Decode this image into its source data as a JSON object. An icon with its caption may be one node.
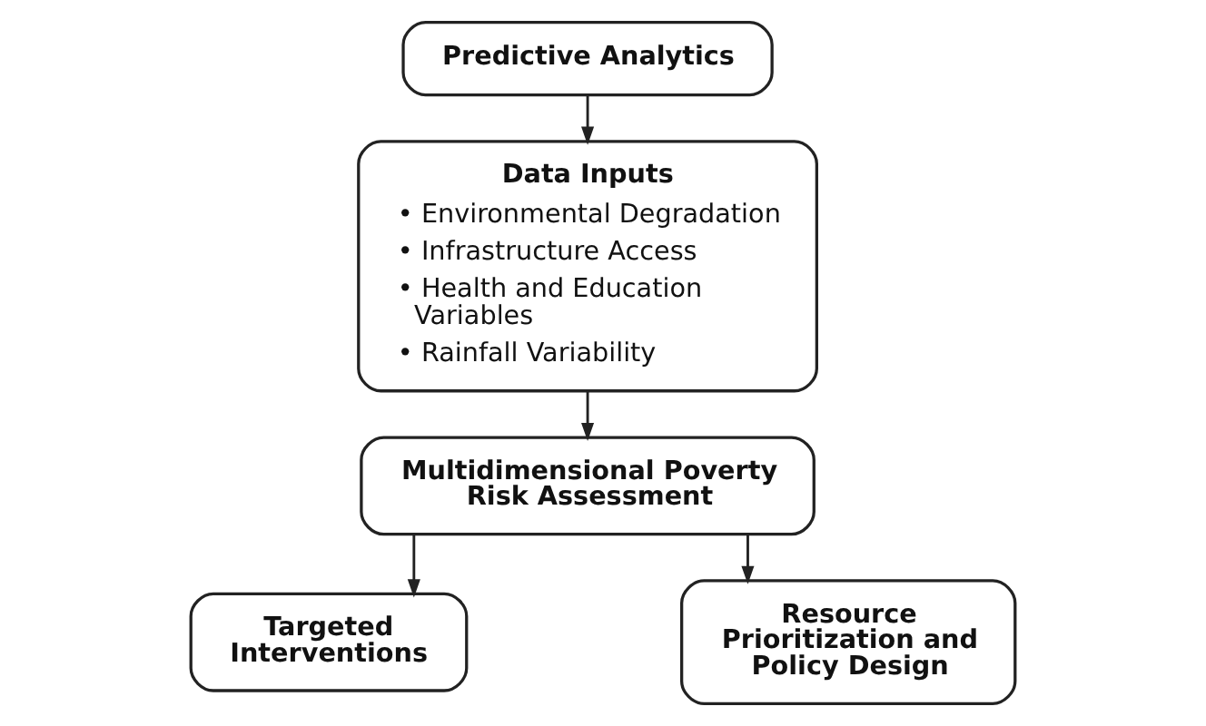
{
  "diagram": {
    "nodes": [
      {
        "text": [
          "Predictive Analytics"
        ]
      },
      {
        "text": [
          "Data Inputs",
          "• Environmental Degradation",
          "• Infrastructure Access",
          "• Health and Education Variables",
          "• Rainfall Variability"
        ]
      },
      {
        "text": [
          "Multidimensional Poverty Risk Assessment"
        ]
      },
      {
        "text": [
          "Targeted Interventions"
        ]
      },
      {
        "text": [
          "Resource Prioritization and Policy Design"
        ]
      }
    ],
    "edges": [
      {
        "from": 0,
        "to": 1,
        "arrow": "to"
      },
      {
        "from": 1,
        "to": 2,
        "arrow": "to"
      },
      {
        "from": 2,
        "to": 3,
        "arrow": "to"
      },
      {
        "from": 2,
        "to": 4,
        "arrow": "to"
      }
    ]
  }
}
